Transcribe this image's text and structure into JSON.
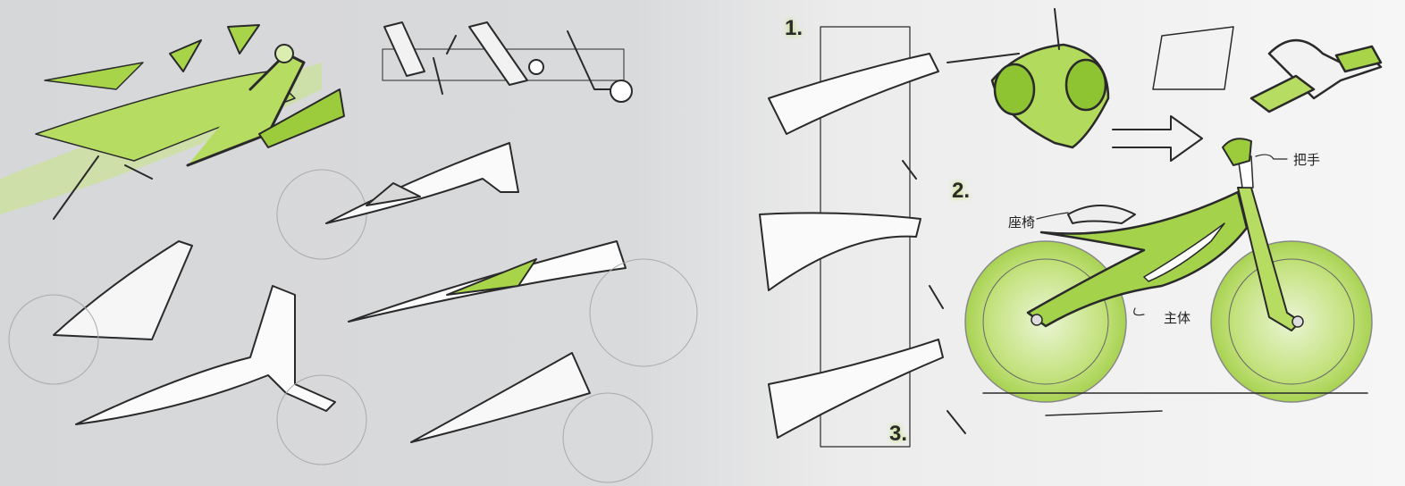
{
  "step_labels": [
    "1.",
    "2.",
    "3."
  ],
  "annotations": {
    "handle": "把手",
    "seat": "座椅",
    "body": "主体"
  },
  "colors": {
    "accent": "#9ccc3c",
    "ink": "#222222"
  }
}
